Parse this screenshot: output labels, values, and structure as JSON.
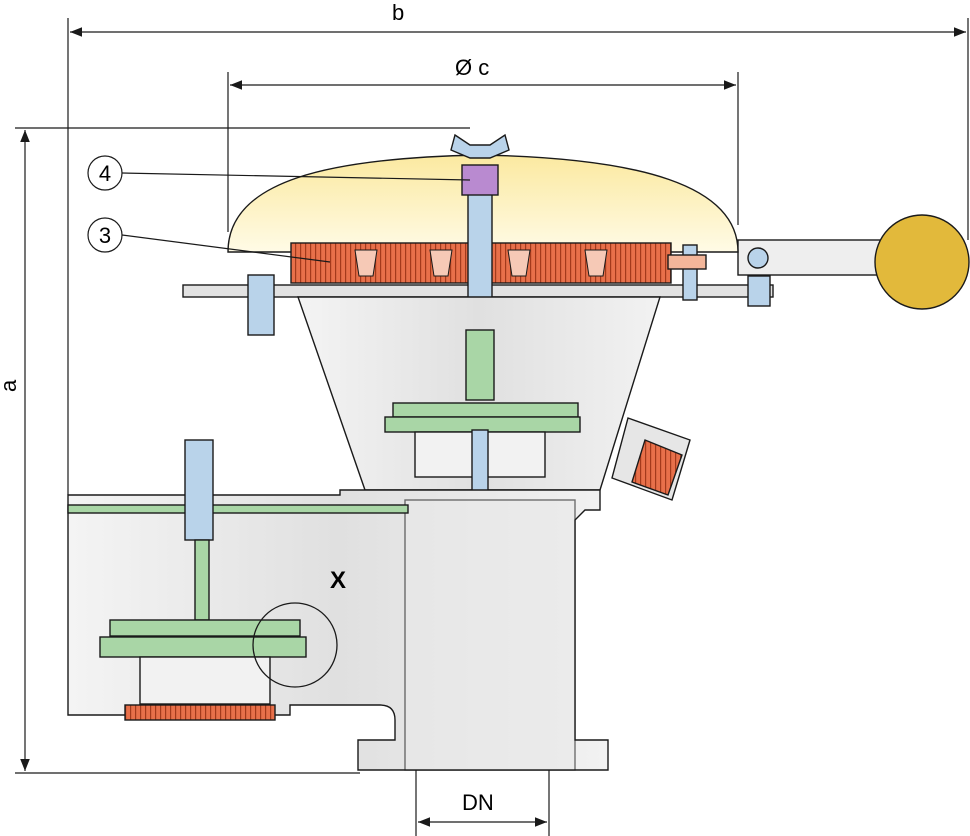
{
  "dimensions": {
    "overall_width": "b",
    "hood_diameter": "Ø c",
    "overall_height": "a",
    "nominal_diameter": "DN"
  },
  "detail_marker": "X",
  "callouts": [
    {
      "number": "4"
    },
    {
      "number": "3"
    }
  ],
  "colors": {
    "hood": "#fdf3c0",
    "flame_arrester": "#e8704a",
    "pallet": "#a9d6a6",
    "body": "#e6e6e6",
    "counterweight": "#e2b93b",
    "bolts": "#b9d3ea",
    "seal": "#b98ad0"
  }
}
